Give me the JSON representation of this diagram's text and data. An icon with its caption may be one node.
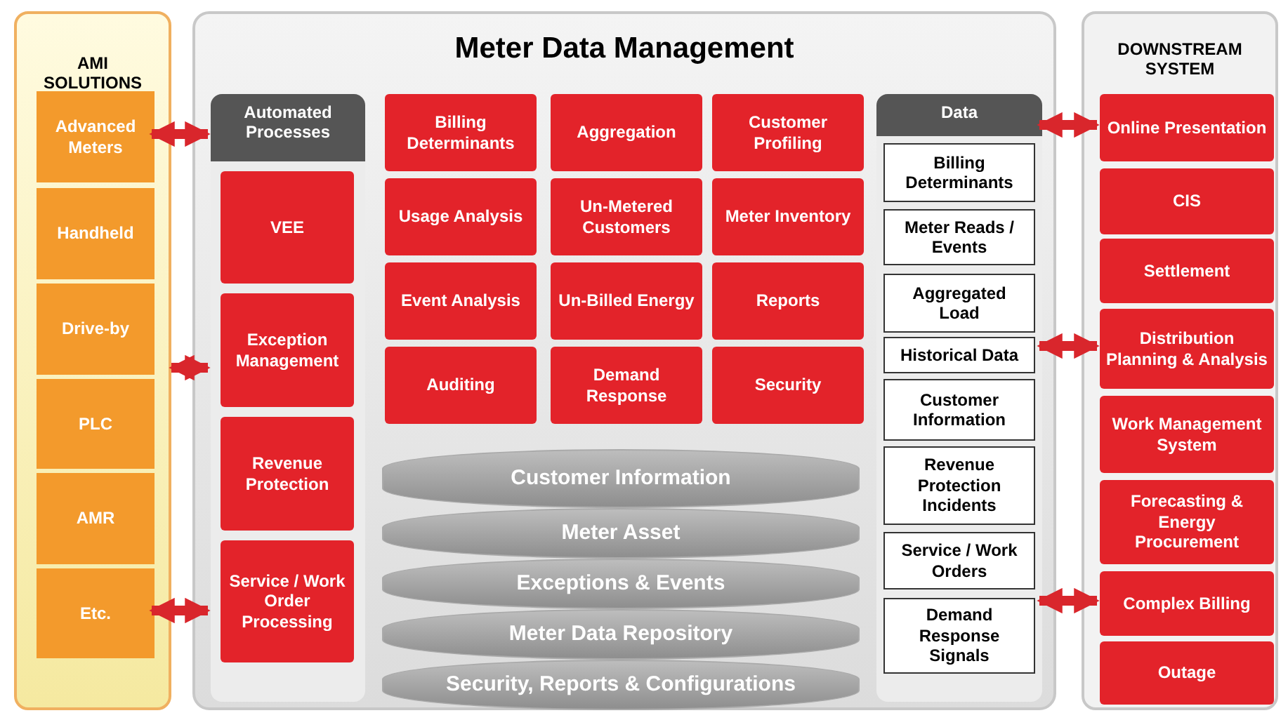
{
  "diagram": {
    "nodes": [
      {
        "text": [
          "AMI SOLUTIONS"
        ]
      },
      {
        "text": [
          "Advanced Meters"
        ],
        "in": 0
      },
      {
        "text": [
          "Handheld"
        ],
        "in": 0
      },
      {
        "text": [
          "Drive-by"
        ],
        "in": 0
      },
      {
        "text": [
          "PLC"
        ],
        "in": 0
      },
      {
        "text": [
          "AMR"
        ],
        "in": 0
      },
      {
        "text": [
          "Etc."
        ],
        "in": 0
      },
      {
        "text": [
          "Meter Data Management"
        ]
      },
      {
        "text": [
          "Automated Processes"
        ],
        "in": 7
      },
      {
        "text": [
          "VEE"
        ],
        "in": 8
      },
      {
        "text": [
          "Exception Management"
        ],
        "in": 8
      },
      {
        "text": [
          "Revenue Protection"
        ],
        "in": 8
      },
      {
        "text": [
          "Service / Work Order Processing"
        ],
        "in": 8
      },
      {
        "text": [
          "Billing Determinants"
        ],
        "in": 7
      },
      {
        "text": [
          "Aggregation"
        ],
        "in": 7
      },
      {
        "text": [
          "Customer Profiling"
        ],
        "in": 7
      },
      {
        "text": [
          "Usage Analysis"
        ],
        "in": 7
      },
      {
        "text": [
          "Un-Metered Customers"
        ],
        "in": 7
      },
      {
        "text": [
          "Meter Inventory"
        ],
        "in": 7
      },
      {
        "text": [
          "Event Analysis"
        ],
        "in": 7
      },
      {
        "text": [
          "Un-Billed Energy"
        ],
        "in": 7
      },
      {
        "text": [
          "Reports"
        ],
        "in": 7
      },
      {
        "text": [
          "Auditing"
        ],
        "in": 7
      },
      {
        "text": [
          "Demand Response"
        ],
        "in": 7
      },
      {
        "text": [
          "Security"
        ],
        "in": 7
      },
      {
        "text": [
          "Customer Information"
        ],
        "in": 7
      },
      {
        "text": [
          "Meter Asset"
        ],
        "in": 7
      },
      {
        "text": [
          "Exceptions & Events"
        ],
        "in": 7
      },
      {
        "text": [
          "Meter Data Repository"
        ],
        "in": 7
      },
      {
        "text": [
          "Security, Reports & Configurations"
        ],
        "in": 7
      },
      {
        "text": [
          "Data"
        ],
        "in": 7
      },
      {
        "text": [
          "Billing Determinants"
        ],
        "in": 30
      },
      {
        "text": [
          "Meter Reads / Events"
        ],
        "in": 30
      },
      {
        "text": [
          "Aggregated Load"
        ],
        "in": 30
      },
      {
        "text": [
          "Historical Data"
        ],
        "in": 30
      },
      {
        "text": [
          "Customer Information"
        ],
        "in": 30
      },
      {
        "text": [
          "Revenue Protection Incidents"
        ],
        "in": 30
      },
      {
        "text": [
          "Service / Work Orders"
        ],
        "in": 30
      },
      {
        "text": [
          "Demand Response Signals"
        ],
        "in": 30
      },
      {
        "text": [
          "DOWNSTREAM SYSTEM"
        ]
      },
      {
        "text": [
          "Online Presentation"
        ],
        "in": 39
      },
      {
        "text": [
          "CIS"
        ],
        "in": 39
      },
      {
        "text": [
          "Settlement"
        ],
        "in": 39
      },
      {
        "text": [
          "Distribution Planning & Analysis"
        ],
        "in": 39
      },
      {
        "text": [
          "Work Management System"
        ],
        "in": 39
      },
      {
        "text": [
          "Forecasting & Energy Procurement"
        ],
        "in": 39
      },
      {
        "text": [
          "Complex Billing"
        ],
        "in": 39
      },
      {
        "text": [
          "Outage"
        ],
        "in": 39
      }
    ],
    "edges": [
      {
        "from": 1,
        "to": 8,
        "arrow": "both"
      },
      {
        "from": 0,
        "to": 8,
        "arrow": "both"
      },
      {
        "from": 6,
        "to": 8,
        "arrow": "both"
      },
      {
        "from": 30,
        "to": 40,
        "arrow": "both"
      },
      {
        "from": 30,
        "to": 43,
        "arrow": "both"
      },
      {
        "from": 30,
        "to": 46,
        "arrow": "both"
      }
    ]
  }
}
